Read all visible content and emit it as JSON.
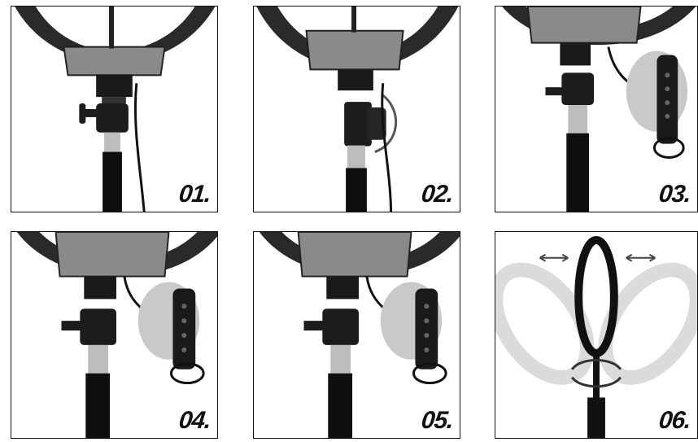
{
  "steps": [
    {
      "label": "01."
    },
    {
      "label": "02."
    },
    {
      "label": "03."
    },
    {
      "label": "04."
    },
    {
      "label": "05."
    },
    {
      "label": "06."
    }
  ]
}
